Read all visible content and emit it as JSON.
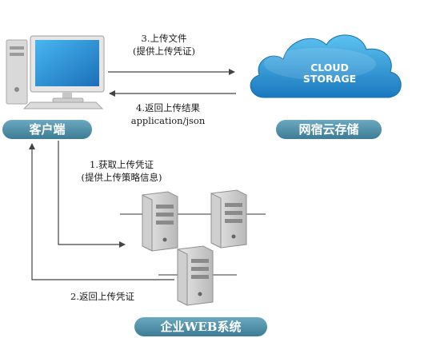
{
  "nodes": {
    "client": {
      "label": "客户端"
    },
    "cloud": {
      "label": "网宿云存储",
      "logo_line1": "CLOUD",
      "logo_line2": "STORAGE"
    },
    "web": {
      "label": "企业WEB系统"
    }
  },
  "arrows": {
    "upload": {
      "line1": "3.上传文件",
      "line2": "(提供上传凭证)"
    },
    "result": {
      "line1": "4.返回上传结果",
      "line2": "application/json"
    },
    "get_token": {
      "line1": "1.获取上传凭证",
      "line2": "(提供上传策略信息)"
    },
    "return_token": {
      "line1": "2.返回上传凭证"
    }
  },
  "colors": {
    "pill_fill": "#4f8fa8",
    "cloud_fill": "#2f9bd6",
    "arrow": "#555555"
  }
}
